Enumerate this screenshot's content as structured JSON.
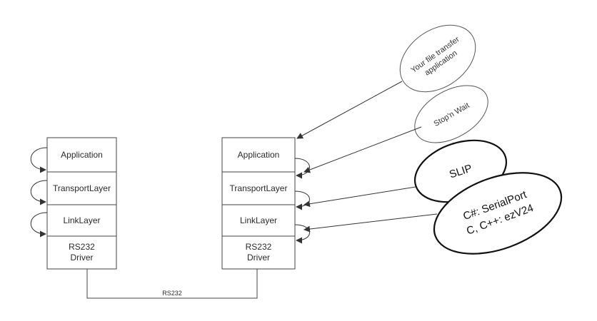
{
  "left_stack": {
    "application": "Application",
    "transport": "TransportLayer",
    "link": "LinkLayer",
    "driver_line1": "RS232",
    "driver_line2": "Driver"
  },
  "right_stack": {
    "application": "Application",
    "transport": "TransportLayer",
    "link": "LinkLayer",
    "driver_line1": "RS232",
    "driver_line2": "Driver"
  },
  "connection_label": "RS232",
  "callouts": {
    "file_transfer_line1": "Your file transfer",
    "file_transfer_line2": "application",
    "stop_and_wait": "Stop'n Wait",
    "slip": "SLIP",
    "serial_line1": "C#: SerialPort",
    "serial_line2": "C, C++: ezV24"
  }
}
